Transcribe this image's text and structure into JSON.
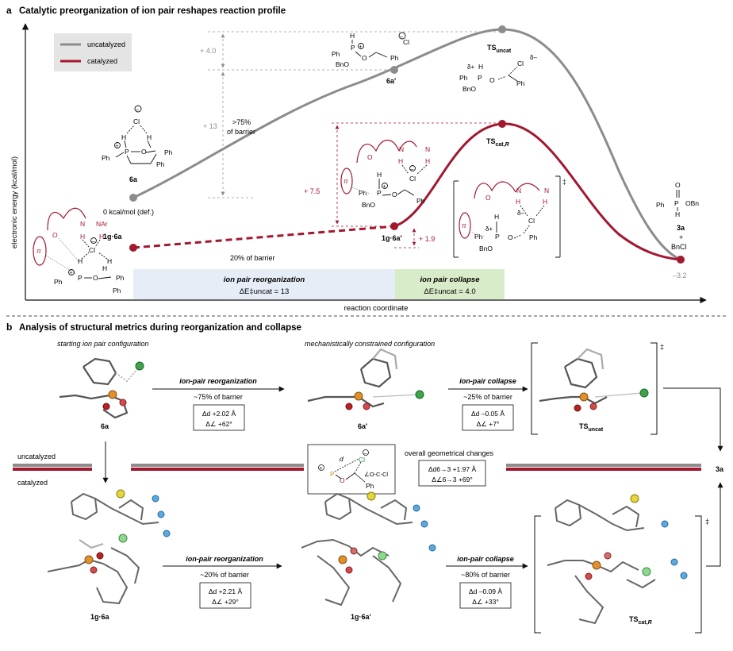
{
  "panel_a": {
    "letter": "a",
    "title": "Catalytic preorganization of ion pair reshapes reaction profile",
    "legend": {
      "uncatalyzed": "uncatalyzed",
      "catalyzed": "catalyzed",
      "uncatalyzed_color": "#8c8c8c",
      "catalyzed_color": "#a3182f"
    },
    "y_axis_label": "electronic energy (kcal/mol)",
    "x_axis_label": "reaction coordinate",
    "energy_labels": {
      "plus_4": "+ 4.0",
      "plus_13": "+ 13",
      "over_75": ">75%",
      "of_barrier": "of barrier",
      "plus_7_5": "+ 7.5",
      "plus_1_9": "+ 1.9",
      "zero": "0 kcal/mol (def.)",
      "twenty_pct": "20% of barrier",
      "minus_3_2": "–3.2"
    },
    "species": {
      "s6a": "6a",
      "s6a_prime": "6a'",
      "ts_uncat_main": "TS",
      "ts_uncat_sub": "uncat",
      "ts_cat_main": "TS",
      "ts_cat_sub": "cat,",
      "ts_cat_sub_r": "R",
      "g6a": "1g·6a",
      "g6a_prime": "1g·6a'",
      "p3a": "3a",
      "plus": "+",
      "bncl": "BnCl"
    },
    "bands": {
      "reorg_title": "ion pair reorganization",
      "reorg_value": "ΔE‡uncat = 13",
      "collapse_title": "ion pair collapse",
      "collapse_value": "ΔE‡uncat = 4.0",
      "reorg_color": "#e6edf7",
      "collapse_color": "#d9ecc9"
    },
    "structure_text": {
      "ph": "Ph",
      "bno": "BnO",
      "p": "P",
      "o": "O",
      "cl": "Cl",
      "h": "H",
      "n": "N",
      "nar": "NAr",
      "obn": "OBn",
      "pi": "π",
      "delta_plus": "δ+",
      "delta_minus": "δ–",
      "double_dagger": "‡"
    }
  },
  "panel_b": {
    "letter": "b",
    "title": "Analysis of structural metrics during reorganization and collapse",
    "starting_label": "starting ion pair configuration",
    "constrained_label": "mechanistically constrained configuration",
    "uncatalyzed": "uncatalyzed",
    "catalyzed": "catalyzed",
    "labels": {
      "s6a": "6a",
      "s6a_prime": "6a'",
      "ts_uncat_main": "TS",
      "ts_uncat_sub": "uncat",
      "g6a": "1g·6a",
      "g6a_prime": "1g·6a'",
      "ts_cat_main": "TS",
      "ts_cat_sub": "cat,",
      "ts_cat_sub_r": "R",
      "p3a": "3a"
    },
    "steps": {
      "u_reorg_title": "ion-pair reorganization",
      "u_reorg_pct": "~75% of barrier",
      "u_reorg_d": "Δd +2.02 Å",
      "u_reorg_a": "Δ∠ +62°",
      "u_coll_title": "ion-pair collapse",
      "u_coll_pct": "~25% of barrier",
      "u_coll_d": "Δd –0.05 Å",
      "u_coll_a": "Δ∠ +7°",
      "c_reorg_title": "ion-pair reorganization",
      "c_reorg_pct": "~20% of barrier",
      "c_reorg_d": "Δd +2.21 Å",
      "c_reorg_a": "Δ∠ +29°",
      "c_coll_title": "ion-pair collapse",
      "c_coll_pct": "~80% of barrier",
      "c_coll_d": "Δd –0.09 Å",
      "c_coll_a": "Δ∠ +33°"
    },
    "overall": {
      "title": "overall geometrical changes",
      "d": "Δd6→3 +1.97 Å",
      "a": "Δ∠6→3 +69°"
    },
    "key_box": {
      "d": "d",
      "cl": "Cl",
      "p": "P",
      "o": "O",
      "ph": "Ph",
      "angle": "∠O-C-Cl"
    }
  },
  "chart_data": {
    "type": "line",
    "title": "Catalytic preorganization of ion pair reshapes reaction profile",
    "xlabel": "reaction coordinate",
    "ylabel": "electronic energy (kcal/mol)",
    "series": [
      {
        "name": "uncatalyzed",
        "points": [
          {
            "label": "6a",
            "y": 0
          },
          {
            "label": "6a'",
            "y": 13
          },
          {
            "label": "TSuncat",
            "y": 17
          },
          {
            "label": "3a + BnCl",
            "y": -3.2
          }
        ]
      },
      {
        "name": "catalyzed",
        "points": [
          {
            "label": "1g·6a",
            "y": 0
          },
          {
            "label": "1g·6a'",
            "y": 1.9
          },
          {
            "label": "TScat,R",
            "y": 9.4
          },
          {
            "label": "3a + BnCl",
            "y": -3.2
          }
        ]
      }
    ]
  }
}
